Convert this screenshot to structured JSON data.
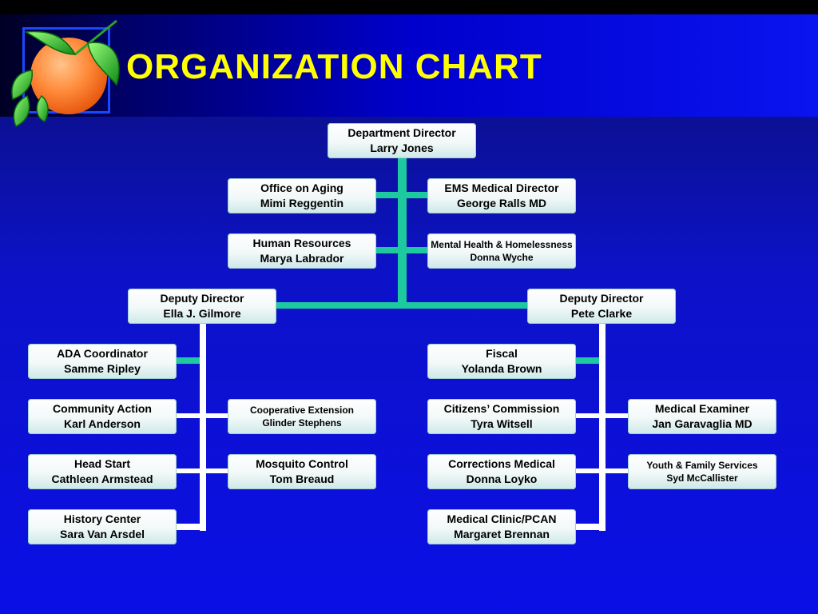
{
  "title": "ORGANIZATION CHART",
  "colors": {
    "title": "#ffff00",
    "connector_teal": "#1ec9a0",
    "connector_white": "#ffffff",
    "background": "#0a0fe6"
  },
  "logo": {
    "icon": "orange-with-leaves-icon"
  },
  "nodes": {
    "director": {
      "role": "Department Director",
      "name": "Larry Jones"
    },
    "aging": {
      "role": "Office on Aging",
      "name": "Mimi Reggentin"
    },
    "ems": {
      "role": "EMS Medical Director",
      "name": "George Ralls MD"
    },
    "hr": {
      "role": "Human Resources",
      "name": "Marya Labrador"
    },
    "mental": {
      "role": "Mental Health & Homelessness",
      "name": "Donna Wyche"
    },
    "deputy_left": {
      "role": "Deputy Director",
      "name": "Ella J. Gilmore"
    },
    "deputy_right": {
      "role": "Deputy Director",
      "name": "Pete Clarke"
    },
    "ada": {
      "role": "ADA Coordinator",
      "name": "Samme Ripley"
    },
    "community": {
      "role": "Community Action",
      "name": "Karl Anderson"
    },
    "coop": {
      "role": "Cooperative Extension",
      "name": "Glinder Stephens"
    },
    "headstart": {
      "role": "Head Start",
      "name": "Cathleen Armstead"
    },
    "mosquito": {
      "role": "Mosquito Control",
      "name": "Tom Breaud"
    },
    "history": {
      "role": "History Center",
      "name": "Sara Van Arsdel"
    },
    "fiscal": {
      "role": "Fiscal",
      "name": "Yolanda Brown"
    },
    "citizens": {
      "role": "Citizens’ Commission",
      "name": "Tyra Witsell"
    },
    "examiner": {
      "role": "Medical Examiner",
      "name": "Jan Garavaglia MD"
    },
    "corrections": {
      "role": "Corrections Medical",
      "name": "Donna Loyko"
    },
    "youth": {
      "role": "Youth & Family Services",
      "name": "Syd McCallister"
    },
    "clinic": {
      "role": "Medical Clinic/PCAN",
      "name": "Margaret Brennan"
    }
  }
}
